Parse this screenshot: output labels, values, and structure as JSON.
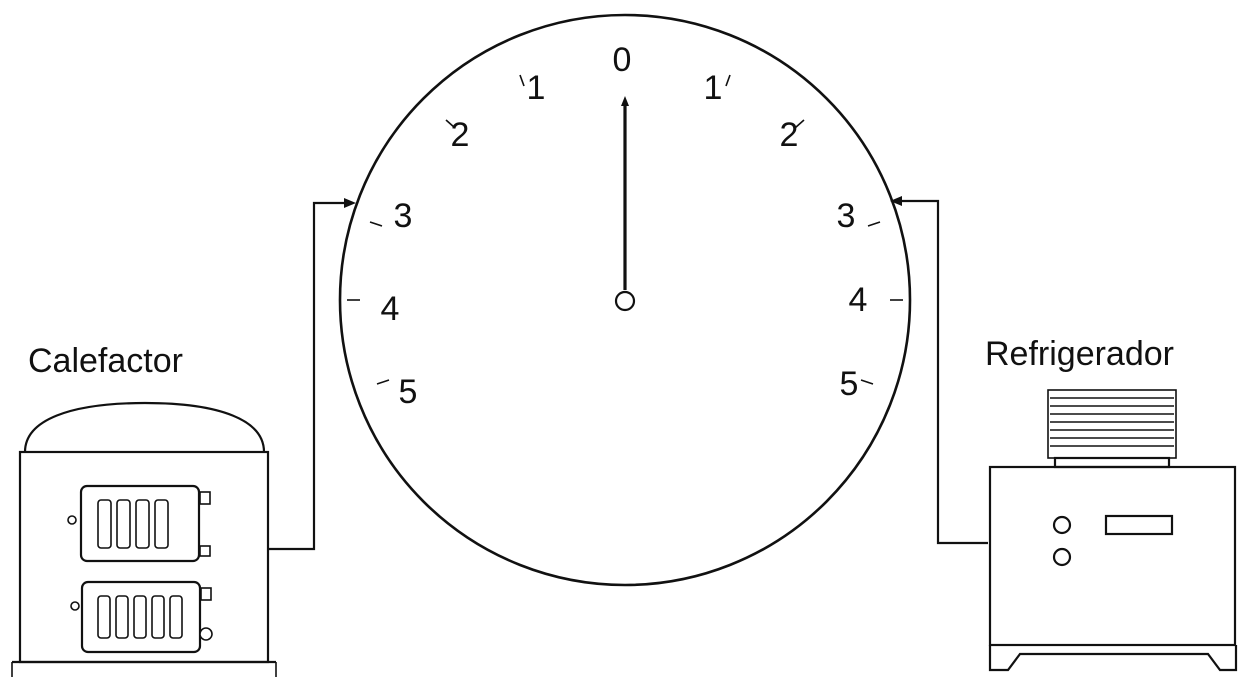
{
  "dial": {
    "top_label": "0",
    "left_labels": [
      "1",
      "2",
      "3",
      "4",
      "5"
    ],
    "right_labels": [
      "1",
      "2",
      "3",
      "4",
      "5"
    ],
    "needle_reading": 0
  },
  "heater": {
    "label": "Calefactor"
  },
  "refrigerator": {
    "label": "Refrigerador"
  }
}
